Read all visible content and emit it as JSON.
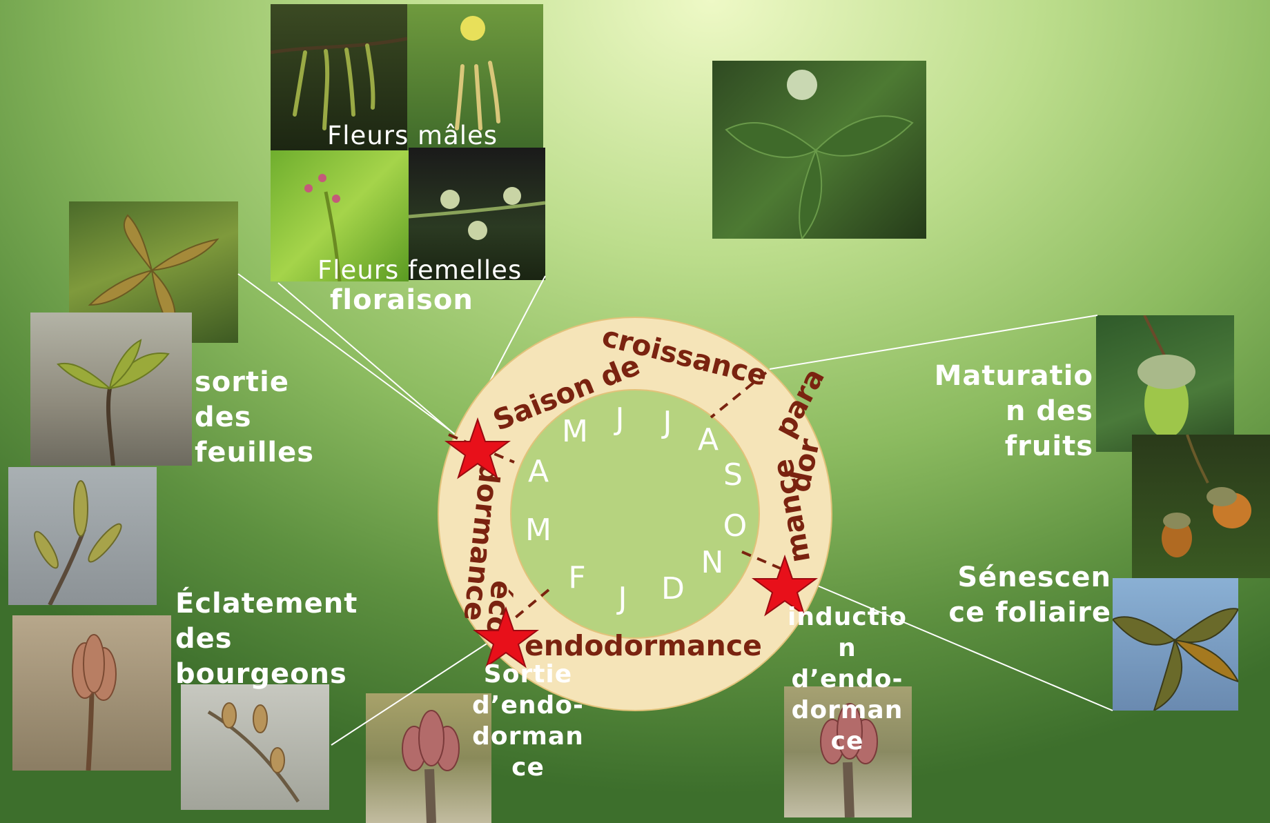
{
  "labels": {
    "fleurs_males": "Fleurs mâles",
    "fleurs_femelles": "Fleurs femelles",
    "floraison": "floraison",
    "sortie_feuilles": [
      "sortie",
      "des",
      "feuilles"
    ],
    "eclatement": [
      "Éclatement",
      "des",
      "bourgeons"
    ],
    "maturation": [
      "Maturatio",
      "n des",
      "fruits"
    ],
    "senescence": [
      "Sénescen",
      "ce foliaire"
    ],
    "sortie_endo": [
      "Sortie",
      "d’endo-",
      "dorman",
      "ce"
    ],
    "induction_endo": [
      "inductio",
      "n",
      "d’endo-",
      "dorman",
      "ce"
    ]
  },
  "ring": {
    "months": [
      "J",
      "F",
      "M",
      "A",
      "M",
      "J",
      "J",
      "A",
      "S",
      "O",
      "N",
      "D"
    ],
    "saison": "Saison de",
    "croissance": "croissance",
    "para": "para",
    "dor": "dor",
    "mance_right": "mance",
    "endodormance": "endodormance",
    "eco": "éco",
    "dormance_left": "dormance"
  },
  "colors": {
    "ring_fill": "#f5e4b8",
    "ring_text": "#7a2310",
    "star": "#e8101a"
  },
  "icons": {
    "young_leaves": "young-oak-leaves-photo",
    "leaf_shoot": "leaf-shoot-photo",
    "elongated_buds": "elongated-buds-photo",
    "swollen_bud": "swollen-bud-photo",
    "small_buds": "small-buds-photo",
    "catkins": "catkins-photo",
    "catkins_yellow": "yellow-catkins-photo",
    "female_flowers_a": "female-flowers-photo",
    "female_flowers_b": "female-flowers-stalk-photo",
    "young_acorn": "young-acorn-photo",
    "green_acorn": "green-acorn-photo",
    "ripe_acorns": "ripe-acorns-photo",
    "autumn_leaves": "autumn-leaves-photo",
    "dormant_bud_a": "dormant-bud-photo",
    "dormant_bud_b": "dormant-bud-photo-2"
  }
}
